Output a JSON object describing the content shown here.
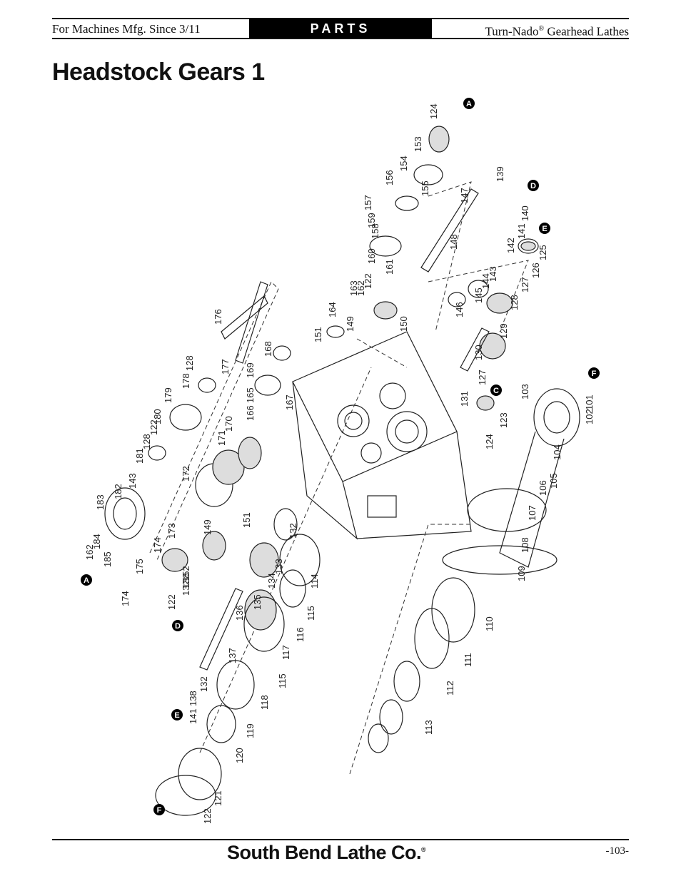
{
  "header": {
    "left_text": "For Machines Mfg. Since 3/11",
    "section": "PARTS",
    "right_text": "Turn-Nado",
    "right_reg": "®",
    "right_text2": " Gearhead Lathes"
  },
  "page_title": "Headstock Gears 1",
  "diagram": {
    "callout_tags": [
      {
        "letter": "A"
      },
      {
        "letter": "D"
      },
      {
        "letter": "E"
      },
      {
        "letter": "C"
      },
      {
        "letter": "F"
      },
      {
        "letter": "A"
      },
      {
        "letter": "D"
      },
      {
        "letter": "E"
      },
      {
        "letter": "F"
      }
    ],
    "part_labels": [
      "124",
      "153",
      "154",
      "155",
      "156",
      "157",
      "158",
      "159",
      "160",
      "161",
      "163",
      "162",
      "122",
      "164",
      "149",
      "151",
      "150",
      "147",
      "148",
      "139",
      "140",
      "141",
      "142",
      "143",
      "144",
      "145",
      "146",
      "125",
      "126",
      "127",
      "128",
      "129",
      "130",
      "131",
      "127",
      "123",
      "103",
      "124",
      "101",
      "102",
      "176",
      "177",
      "128",
      "178",
      "179",
      "180",
      "122",
      "128",
      "181",
      "143",
      "182",
      "183",
      "184",
      "162",
      "185",
      "168",
      "169",
      "165",
      "166",
      "167",
      "170",
      "171",
      "172",
      "173",
      "174",
      "175",
      "174",
      "138",
      "122",
      "132",
      "152",
      "149",
      "151",
      "132",
      "133",
      "134",
      "135",
      "136",
      "114",
      "115",
      "116",
      "117",
      "137",
      "115",
      "118",
      "132",
      "138",
      "141",
      "119",
      "120",
      "121",
      "122",
      "104",
      "105",
      "106",
      "107",
      "108",
      "109",
      "110",
      "111",
      "112",
      "113"
    ]
  },
  "footer": {
    "brand": "South Bend Lathe Co.",
    "brand_reg": "®",
    "page_number": "-103-"
  }
}
